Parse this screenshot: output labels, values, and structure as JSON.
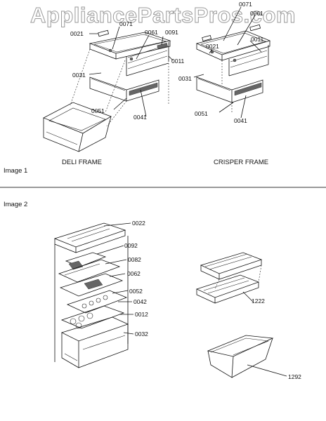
{
  "watermark": "AppliancePartsPros.com",
  "sections": {
    "image1": {
      "title": "Image 1",
      "deli_caption": "DELI FRAME",
      "crisper_caption": "CRISPER FRAME",
      "deli_parts": [
        "0021",
        "0071",
        "0061",
        "0091",
        "0011",
        "0031",
        "0041",
        "0051"
      ],
      "crisper_parts": [
        "0071",
        "0061",
        "0021",
        "0011",
        "0031",
        "0041",
        "0051"
      ]
    },
    "image2": {
      "title": "Image 2",
      "left_parts": [
        "0022",
        "0092",
        "0082",
        "0062",
        "0052",
        "0042",
        "0012",
        "0032"
      ],
      "right_parts": [
        "1222",
        "1292"
      ]
    }
  }
}
